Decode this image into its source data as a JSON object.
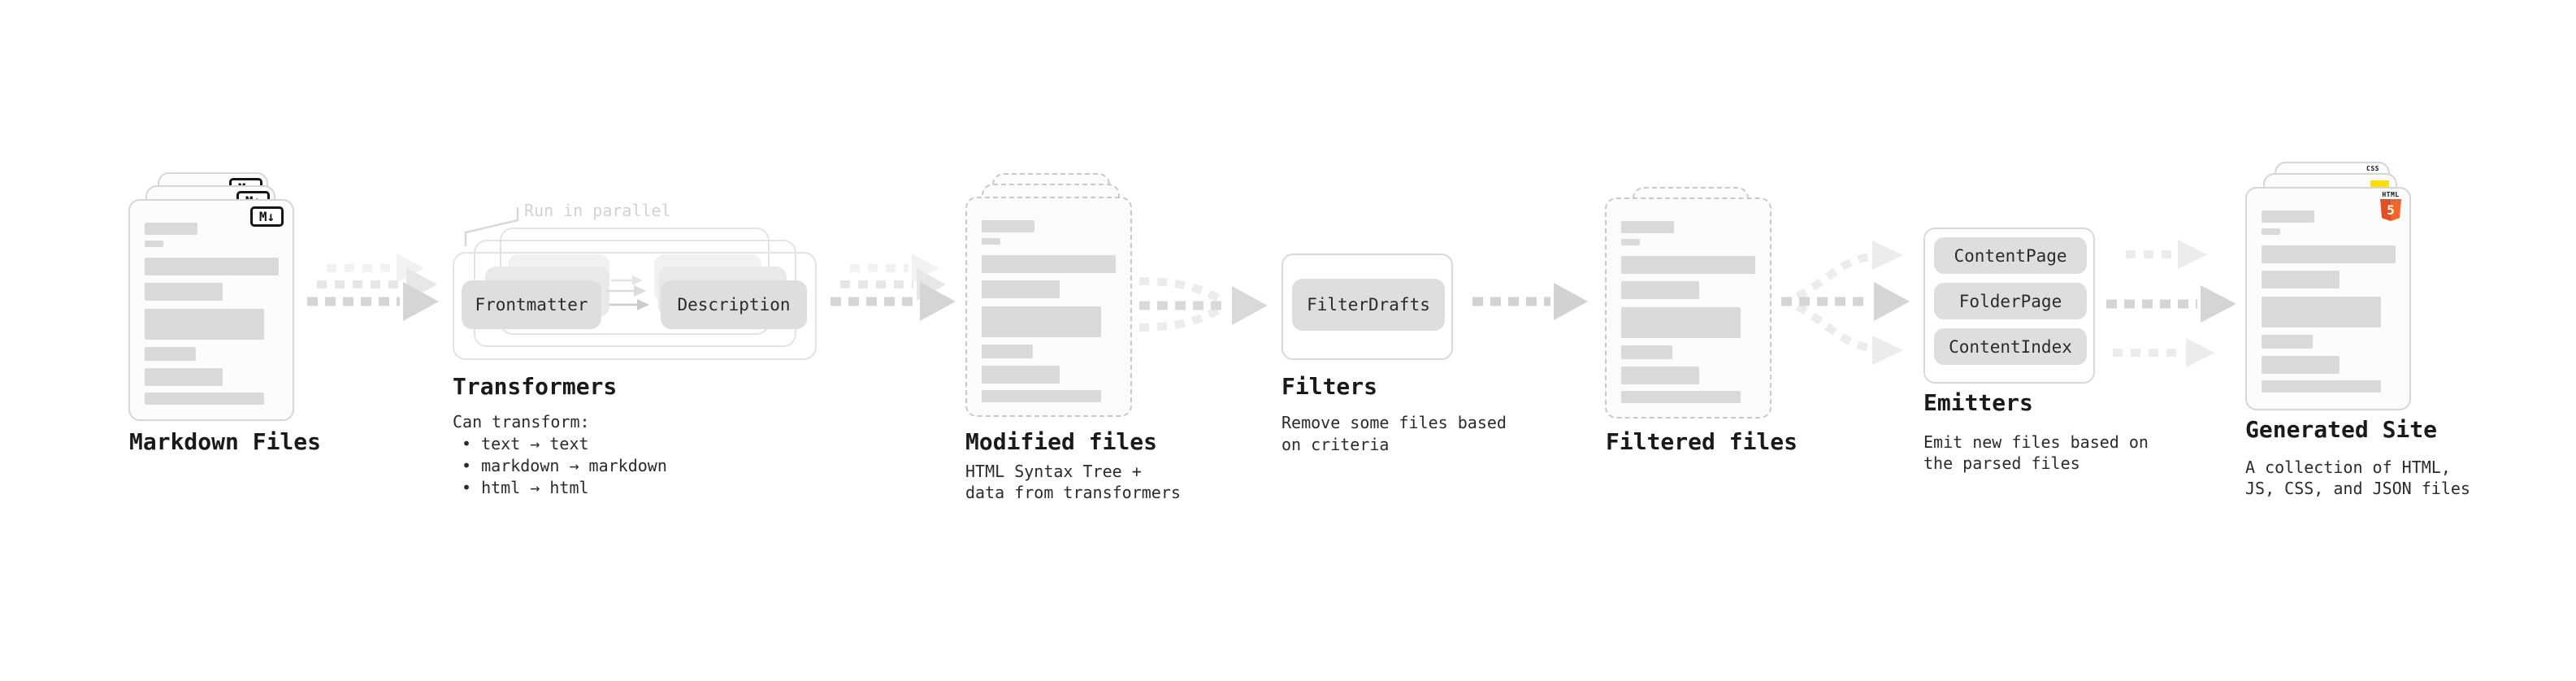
{
  "stages": {
    "markdown": {
      "label": "Markdown Files",
      "badge": "M↓"
    },
    "transformers": {
      "label": "Transformers",
      "callout": "Run in parallel",
      "pills": [
        "Frontmatter",
        "Description"
      ],
      "desc_title": "Can transform:",
      "bullets": [
        "• text → text",
        "• markdown → markdown",
        "• html → html"
      ]
    },
    "modified": {
      "label": "Modified files",
      "desc": "HTML Syntax Tree +\ndata from transformers"
    },
    "filters": {
      "label": "Filters",
      "pill": "FilterDrafts",
      "desc": "Remove some files based\non criteria"
    },
    "filtered": {
      "label": "Filtered files"
    },
    "emitters": {
      "label": "Emitters",
      "pills": [
        "ContentPage",
        "FolderPage",
        "ContentIndex"
      ],
      "desc": "Emit new files based on\nthe parsed files"
    },
    "generated": {
      "label": "Generated Site",
      "desc": "A collection of HTML,\nJS, CSS, and JSON files",
      "badges": {
        "css_label": "CSS",
        "html_label": "HTML",
        "html_number": "5"
      }
    }
  },
  "colors": {
    "html5_orange": "#e44d26",
    "css_blue": "#2b63e8",
    "js_yellow": "#ffdf00",
    "arrow_gray": "#d5d5d5",
    "ghost_arrow_gray": "#ececec",
    "placeholder_gray": "#d9d9d9",
    "heading_text": "#1a1a1a",
    "body_text": "#2b2b2b",
    "callout_text": "#d2d2d2"
  }
}
